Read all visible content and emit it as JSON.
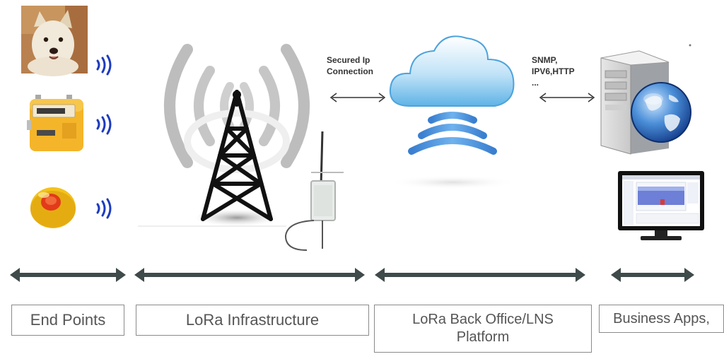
{
  "labels": {
    "secured_line1": "Secured Ip",
    "secured_line2": "Connection",
    "snmp_line1": "SNMP,",
    "snmp_line2": "IPV6,HTTP",
    "snmp_line3": "..."
  },
  "sections": {
    "end_points": "End Points",
    "infrastructure": "LoRa Infrastructure",
    "back_office_line1": "LoRa Back Office/LNS",
    "back_office_line2": "Platform",
    "business_apps": "Business Apps,"
  },
  "colors": {
    "arrow": "#3f4a4a",
    "signal": "#1d3bbf",
    "wave": "#bdbdbd",
    "cloud": "#79c0ec",
    "box_border": "#8a8a8a",
    "text": "#555555"
  },
  "icons": [
    "dog-photo",
    "gas-meter-icon",
    "yellow-sensor-icon",
    "cell-tower-icon",
    "gateway-antenna-icon",
    "cloud-icon",
    "server-icon",
    "globe-icon",
    "monitor-icon"
  ]
}
